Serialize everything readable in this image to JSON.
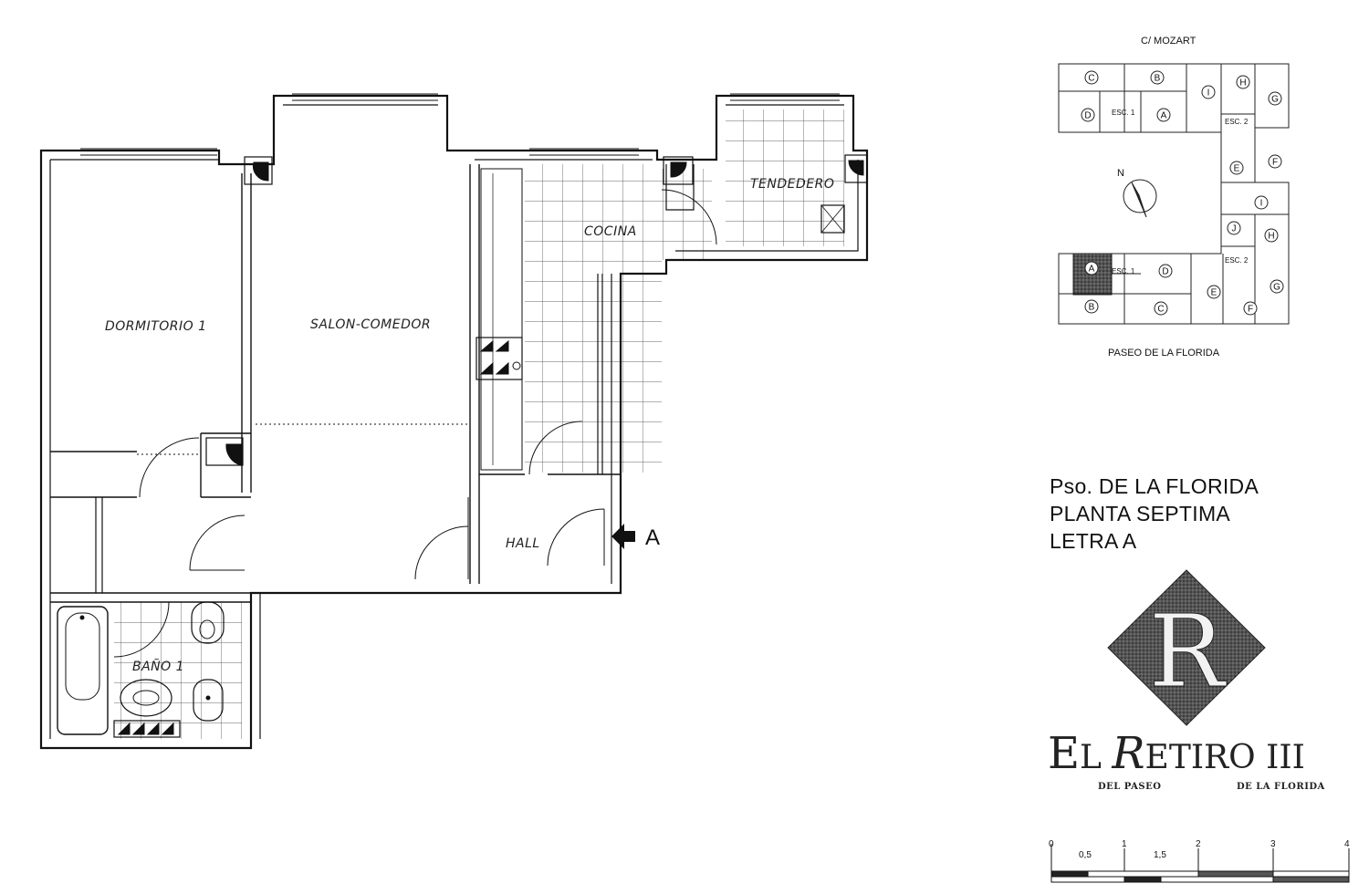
{
  "plan": {
    "rooms": {
      "dormitorio": "DORMITORIO 1",
      "salon": "SALON-COMEDOR",
      "cocina": "COCINA",
      "tendedero": "TENDEDERO",
      "hall": "HALL",
      "bano": "BAÑO 1"
    },
    "entrance_letter": "A"
  },
  "key_plan": {
    "street_top": "C/ MOZART",
    "street_bottom": "PASEO DE LA FLORIDA",
    "north": "N",
    "stairs": [
      "ESC. 1",
      "ESC. 2",
      "ESC. 2",
      "ESC. 1"
    ],
    "units_top": [
      "C",
      "B",
      "I",
      "H",
      "G",
      "D",
      "A",
      "E",
      "F",
      "I",
      "J",
      "H"
    ],
    "units_bottom": [
      "A",
      "D",
      "B",
      "C",
      "E",
      "F",
      "G"
    ],
    "highlighted_unit": "A"
  },
  "title": {
    "line1": "Pso. DE LA FLORIDA",
    "line2": "PLANTA SEPTIMA",
    "line3": "LETRA A"
  },
  "brand": {
    "monogram": "R",
    "name_e": "E",
    "name_l": "L ",
    "name_r": "R",
    "name_rest": "ETIRO III",
    "sub_left": "DEL PASEO",
    "sub_right": "DE LA FLORIDA"
  },
  "scale": {
    "labels": [
      "0",
      "0,5",
      "1",
      "1,5",
      "2",
      "3",
      "4"
    ]
  }
}
